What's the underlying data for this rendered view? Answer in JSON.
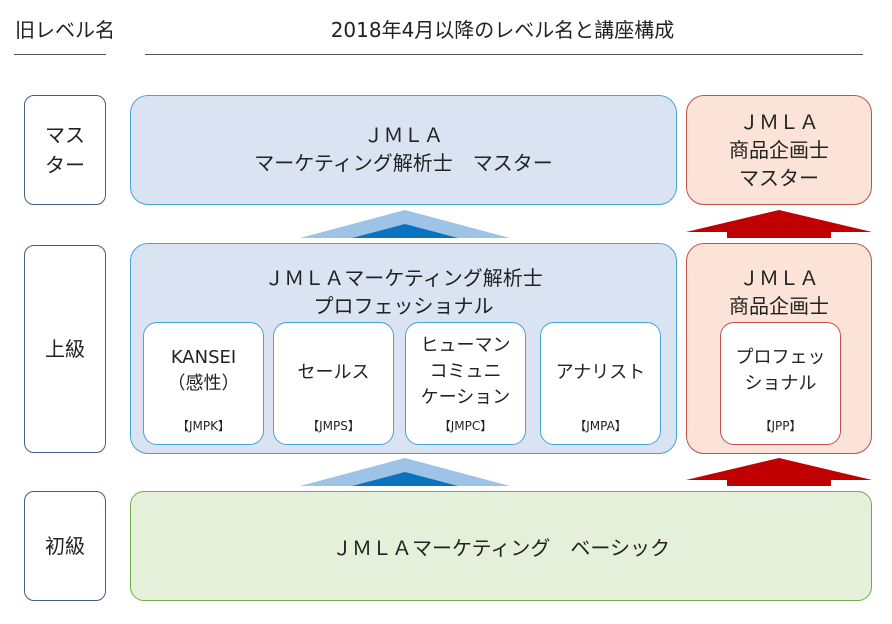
{
  "header": {
    "old_level_title": "旧レベル名",
    "new_title": "2018年4月以降のレベル名と講座構成"
  },
  "levels": {
    "master": [
      "マス",
      "ター"
    ],
    "advanced": "上級",
    "beginner": "初級"
  },
  "master_blue": [
    "ＪＭＬＡ",
    "マーケティング解析士　マスター"
  ],
  "master_red": [
    "ＪＭＬＡ",
    "商品企画士",
    "マスター"
  ],
  "pro_blue": [
    "ＪＭＬＡマーケティング解析士",
    "プロフェッショナル"
  ],
  "pro_red": [
    "ＪＭＬＡ",
    "商品企画士"
  ],
  "courses": [
    {
      "lines": [
        "KANSEI",
        "（感性）"
      ],
      "code": "【JMPK】"
    },
    {
      "lines": [
        "セールス"
      ],
      "code": "【JMPS】"
    },
    {
      "lines": [
        "ヒューマン",
        "コミュニ",
        "ケーション"
      ],
      "code": "【JMPC】"
    },
    {
      "lines": [
        "アナリスト"
      ],
      "code": "【JMPA】"
    }
  ],
  "course_red": {
    "lines": [
      "プロフェッ",
      "ショナル"
    ],
    "code": "【JPP】"
  },
  "basic": "ＪＭＬＡマーケティング　ベーシック",
  "colors": {
    "blue_fill": "#dae3f2",
    "blue_border": "#42a6d6",
    "blue_arrow": "#0b72bf",
    "red_fill": "#fbe3d8",
    "red_border": "#c0504d",
    "red_arrow": "#c00000",
    "green_fill": "#e4f0da",
    "green_border": "#70ad47"
  }
}
